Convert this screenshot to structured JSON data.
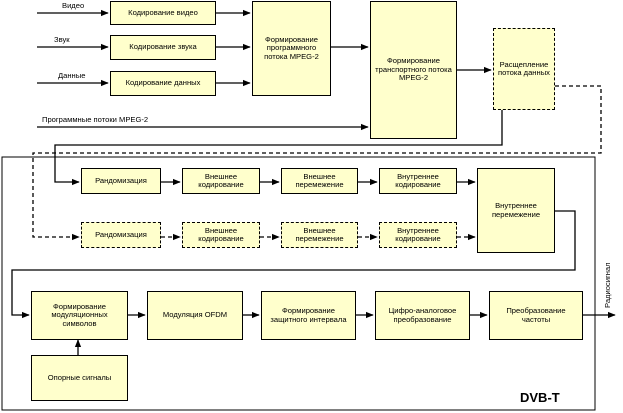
{
  "inputs": {
    "video": "Видео",
    "sound": "Звук",
    "data": "Данные",
    "program_streams": "Программные потоки MPEG-2"
  },
  "top": {
    "video_coding": "Кодирование видео",
    "sound_coding": "Кодирование звука",
    "data_coding": "Кодирование данных",
    "program_stream": "Формирование программного потока MPEG-2",
    "transport_stream": "Формирование транспортного потока MPEG-2",
    "stream_split": "Расщепление потока данных"
  },
  "middle": {
    "randomization": "Рандомизация",
    "outer_coding": "Внешнее кодирование",
    "outer_interleaving": "Внешнее перемежение",
    "inner_coding": "Внутреннее кодирование",
    "inner_interleaving": "Внутреннее перемежение"
  },
  "bottom": {
    "symbol_forming": "Формирование модуляционных символов",
    "ofdm": "Модуляция OFDM",
    "guard_interval": "Формирование защитного интервала",
    "dac": "Цифро-аналоговое преобразование",
    "freq_conversion": "Преобразование частоты",
    "pilot_signals": "Опорные сигналы",
    "radio_signal": "Радиосигнал",
    "standard": "DVB-T"
  },
  "colors": {
    "box_fill": "#ffffcc",
    "frame_fill": "#ffffff",
    "line": "#000000"
  }
}
